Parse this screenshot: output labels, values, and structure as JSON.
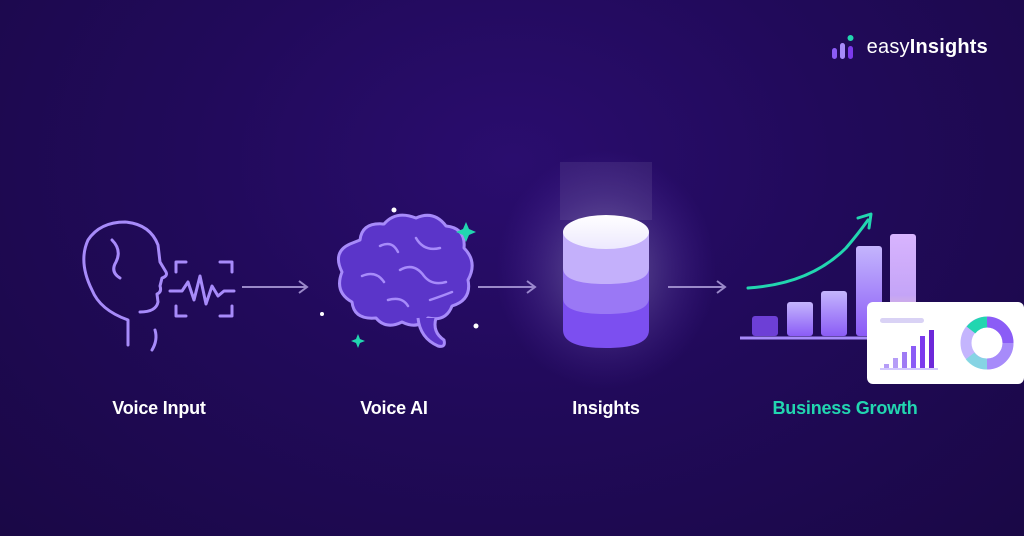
{
  "brand": {
    "name_light": "easy",
    "name_bold": "Insights"
  },
  "steps": [
    {
      "label": "Voice Input",
      "icon": "head-speaking-icon"
    },
    {
      "label": "Voice AI",
      "icon": "brain-icon"
    },
    {
      "label": "Insights",
      "icon": "database-icon"
    },
    {
      "label": "Business Growth",
      "icon": "growth-chart-icon"
    }
  ],
  "colors": {
    "background": "#210a5a",
    "primary": "#a78bfa",
    "accent": "#22d6b0",
    "text": "#ffffff"
  }
}
